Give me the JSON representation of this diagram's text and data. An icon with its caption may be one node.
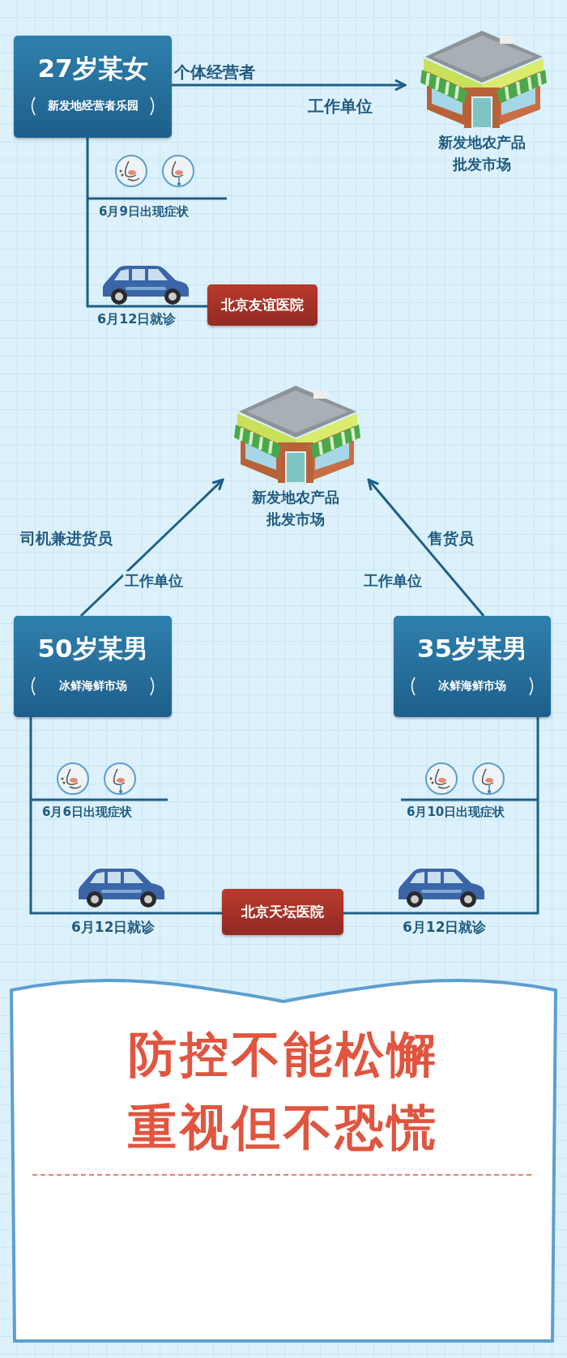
{
  "diagram": {
    "nodes": [
      {
        "text": [
          "27岁某女",
          "新发地经营者乐园"
        ]
      },
      {
        "text": [
          "新发地农产品批发市场"
        ]
      },
      {
        "text": [
          "北京友谊医院"
        ]
      },
      {
        "text": [
          "新发地农产品批发市场"
        ]
      },
      {
        "text": [
          "50岁某男",
          "冰鲜海鲜市场"
        ]
      },
      {
        "text": [
          "35岁某男",
          "冰鲜海鲜市场"
        ]
      },
      {
        "text": [
          "北京天坛医院"
        ]
      }
    ],
    "edges": [
      {
        "from": 0,
        "to": 1,
        "arrow": "to",
        "label": "工作单位"
      },
      {
        "from": 0,
        "to": 2,
        "arrow": "none",
        "label": "6月12日就诊"
      },
      {
        "from": 4,
        "to": 3,
        "arrow": "to",
        "label": "工作单位"
      },
      {
        "from": 5,
        "to": 3,
        "arrow": "to",
        "label": "工作单位"
      },
      {
        "from": 4,
        "to": 6,
        "arrow": "none",
        "label": "6月12日就诊"
      },
      {
        "from": 5,
        "to": 6,
        "arrow": "none",
        "label": "6月12日就诊"
      }
    ],
    "labels": [
      "个体经营者",
      "6月9日出现症状",
      "司机兼进货员",
      "售货员",
      "6月6日出现症状",
      "6月10日出现症状",
      "防控不能松懈",
      "重视但不恐慌"
    ]
  }
}
